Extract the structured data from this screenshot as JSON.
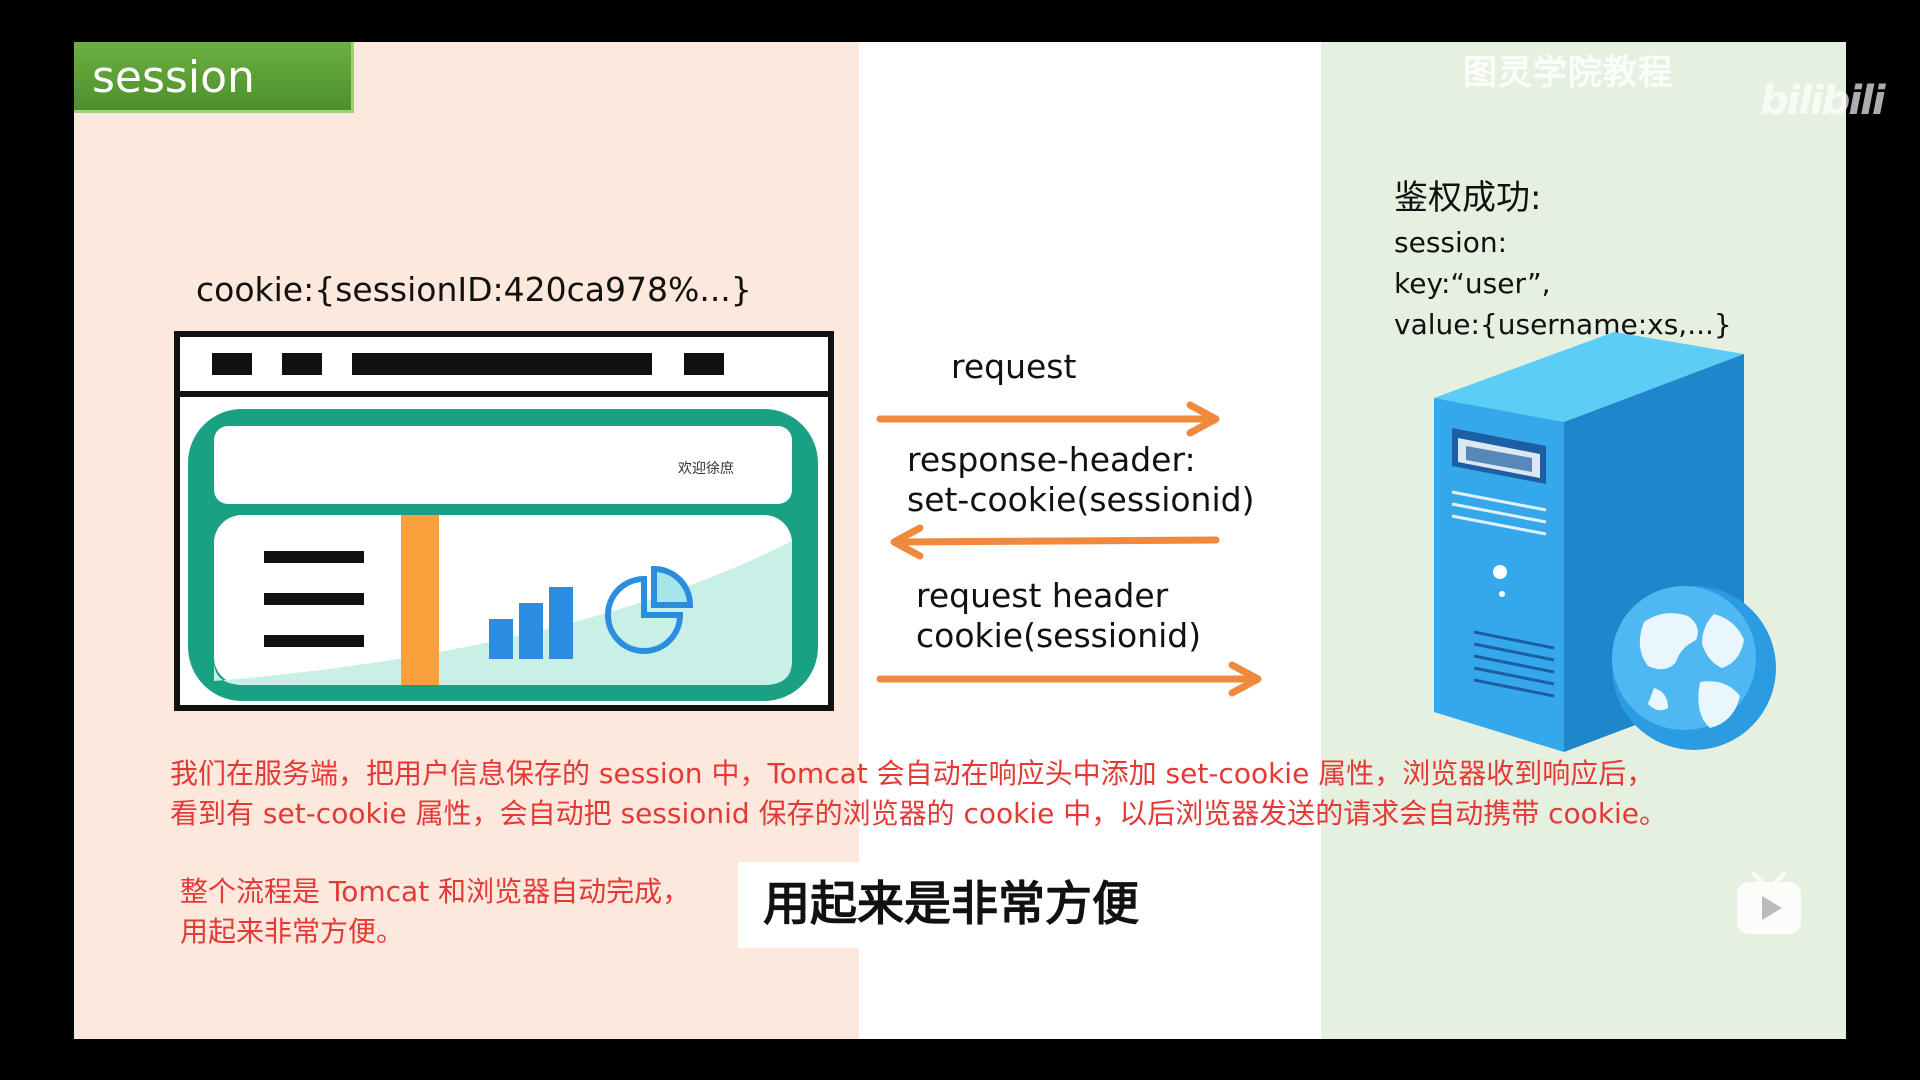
{
  "title": "session",
  "watermark": "图灵学院教程",
  "logo_text": "bilibili",
  "browser": {
    "cookie_label": "cookie:{sessionID:420ca978%...}",
    "welcome_text": "欢迎徐庶"
  },
  "arrows": {
    "request": "request",
    "response_line1": "response-header:",
    "response_line2": "set-cookie(sessionid)",
    "request_header_line1": "request header",
    "request_header_line2": "cookie(sessionid)"
  },
  "server": {
    "auth_title": "鉴权成功:",
    "session_label": "session:",
    "key_line": "key:“user”,",
    "value_line": "value:{username:xs,...}"
  },
  "paragraph": {
    "line1": "我们在服务端，把用户信息保存的 session 中，Tomcat 会自动在响应头中添加 set-cookie 属性，浏览器收到响应后，",
    "line2": "看到有 set-cookie 属性，会自动把 sessionid 保存的浏览器的 cookie 中，以后浏览器发送的请求会自动携带 cookie。"
  },
  "summary": {
    "line1": "整个流程是 Tomcat 和浏览器自动完成，",
    "line2": "用起来非常方便。"
  },
  "subtitle": "用起来是非常方便",
  "colors": {
    "arrow": "#f0883e",
    "browser_frame": "#1aa184",
    "title_bg": "#5a9e33",
    "red_text": "#e53935",
    "server_blue": "#2b9be2"
  }
}
